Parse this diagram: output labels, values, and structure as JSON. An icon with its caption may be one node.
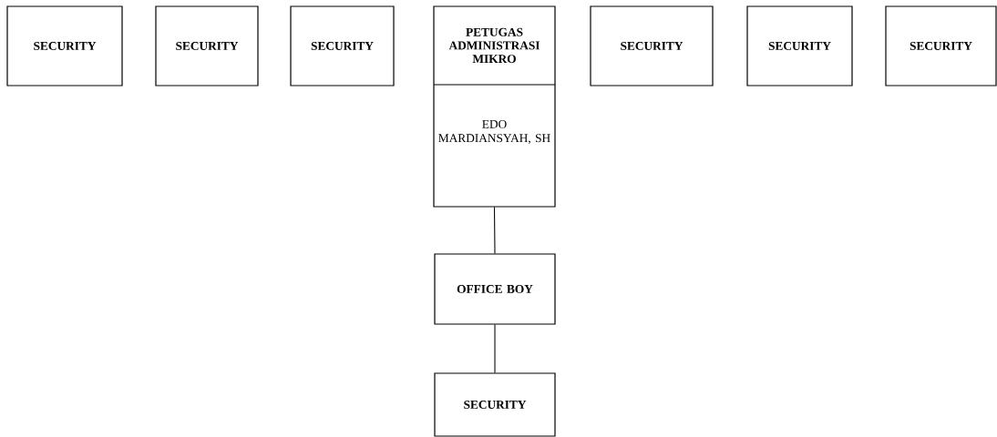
{
  "diagram": {
    "nodes": [
      {
        "text": [
          "SECURITY"
        ]
      },
      {
        "text": [
          "SECURITY"
        ]
      },
      {
        "text": [
          "SECURITY"
        ]
      },
      {
        "text": [
          "PETUGAS ADMINISTRASI MIKRO",
          "EDO MARDIANSYAH, SH"
        ]
      },
      {
        "text": [
          "SECURITY"
        ]
      },
      {
        "text": [
          "SECURITY"
        ]
      },
      {
        "text": [
          "SECURITY"
        ]
      },
      {
        "text": [
          "OFFICE BOY"
        ]
      },
      {
        "text": [
          "SECURITY"
        ]
      }
    ],
    "edges": [
      {
        "from": 3,
        "to": 7,
        "arrow": "none"
      },
      {
        "from": 7,
        "to": 8,
        "arrow": "none"
      }
    ]
  }
}
